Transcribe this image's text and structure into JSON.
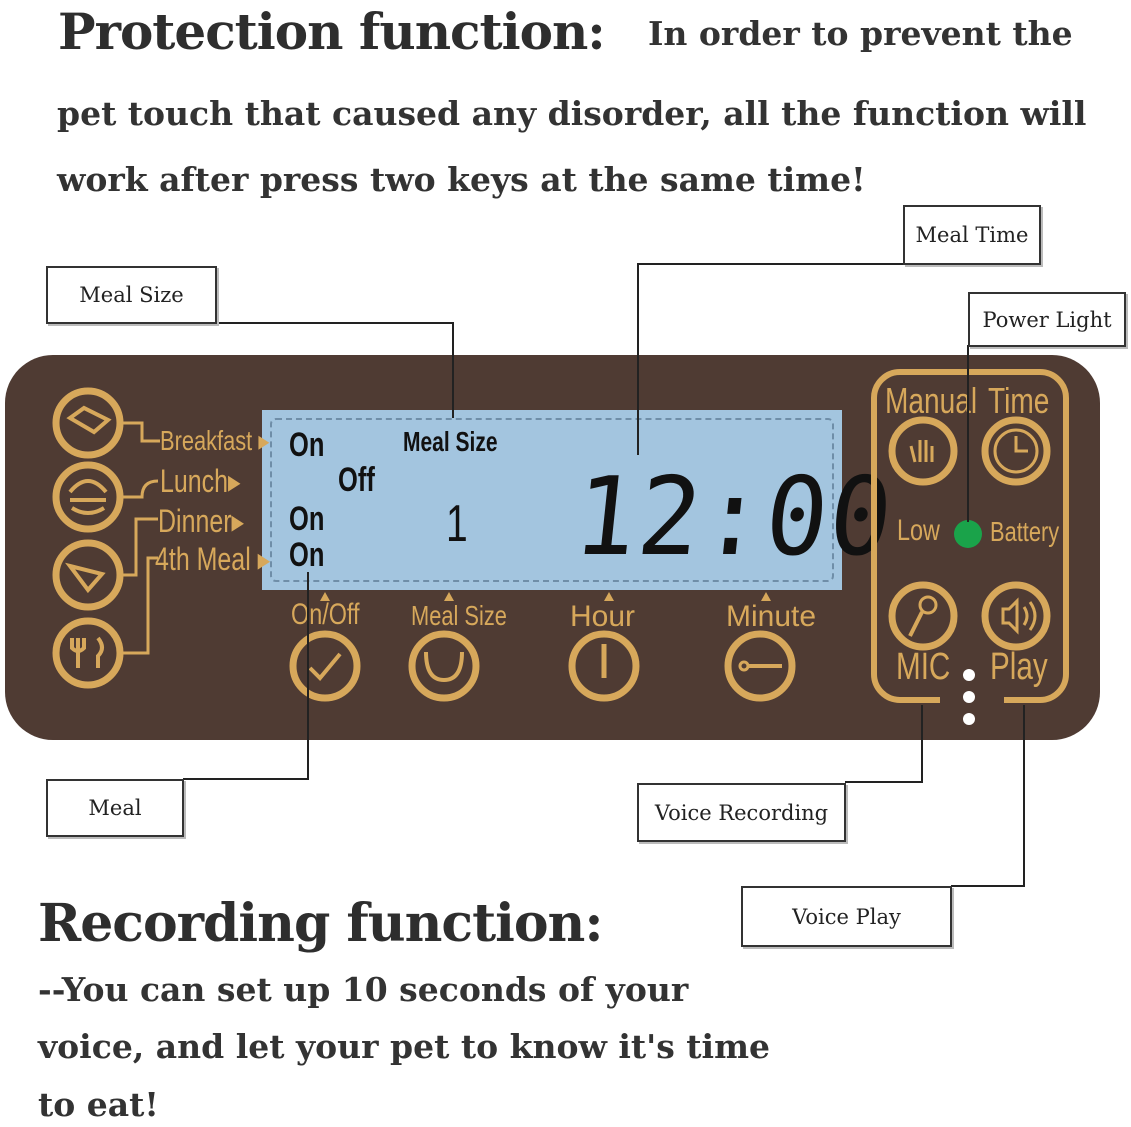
{
  "protection": {
    "title": "Protection function:",
    "line1": "In order to prevent the",
    "line2": "pet touch that caused any disorder, all the function will",
    "line3": "work after press two keys at the same time!"
  },
  "callouts": {
    "meal_time": "Meal Time",
    "meal_size": "Meal Size",
    "power_light": "Power Light",
    "meal": "Meal",
    "voice_recording": "Voice Recording",
    "voice_play": "Voice Play"
  },
  "panel": {
    "meals": [
      "Breakfast",
      "Lunch",
      "Dinner",
      "4th Meal"
    ],
    "meal_states": [
      "On",
      "Off",
      "On",
      "On"
    ],
    "lcd_meal_size_label": "Meal Size",
    "lcd_meal_size_value": "1",
    "lcd_time": "12:00",
    "buttons": {
      "onoff": "On/Off",
      "meal_size": "Meal Size",
      "hour": "Hour",
      "minute": "Minute",
      "manual": "Manual",
      "time": "Time",
      "mic": "MIC",
      "play": "Play"
    },
    "low": "Low",
    "battery": "Battery",
    "colors": {
      "panel": "#4f3b33",
      "gold": "#d7a85b",
      "lcd": "#a3c5df",
      "led": "#1aa34a"
    }
  },
  "recording": {
    "title": "Recording function:",
    "line1": "--You can set up 10 seconds of your",
    "line2": "voice, and let your pet to know it's time",
    "line3": "to eat!"
  }
}
